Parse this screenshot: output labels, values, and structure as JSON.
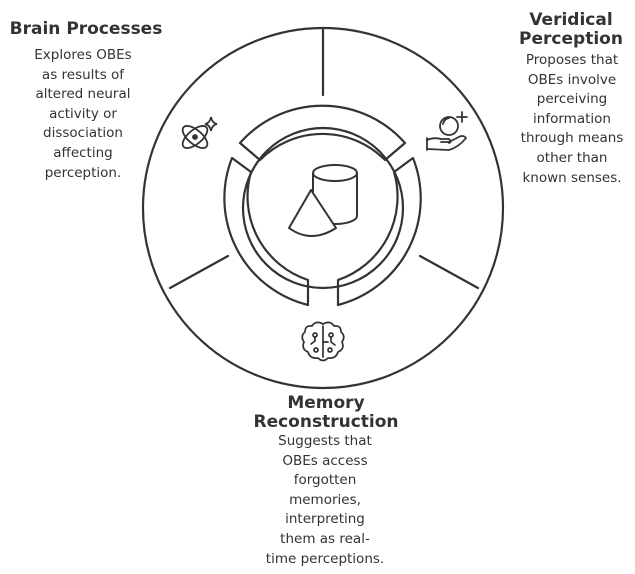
{
  "sections": [
    {
      "id": "brain-processes",
      "title": "Brain Processes",
      "description": "Explores OBEs\nas results of\naltered neural\nactivity or\ndissociation\naffecting\nperception.",
      "icon": "atom-sparkle-icon"
    },
    {
      "id": "veridical-perception",
      "title": "Veridical\nPerception",
      "description": "Proposes that\nOBEs involve\nperceiving\ninformation\nthrough means\nother than\nknown senses.",
      "icon": "hand-holding-orb-icon"
    },
    {
      "id": "memory-reconstruction",
      "title": "Memory\nReconstruction",
      "description": "Suggests that\nOBEs access\nforgotten\nmemories,\ninterpreting\nthem as real-\ntime perceptions.",
      "icon": "brain-circuit-icon"
    }
  ],
  "center_icon": "shapes-cone-cylinder-icon",
  "colors": {
    "stroke": "#333333",
    "fill": "#ffffff"
  }
}
